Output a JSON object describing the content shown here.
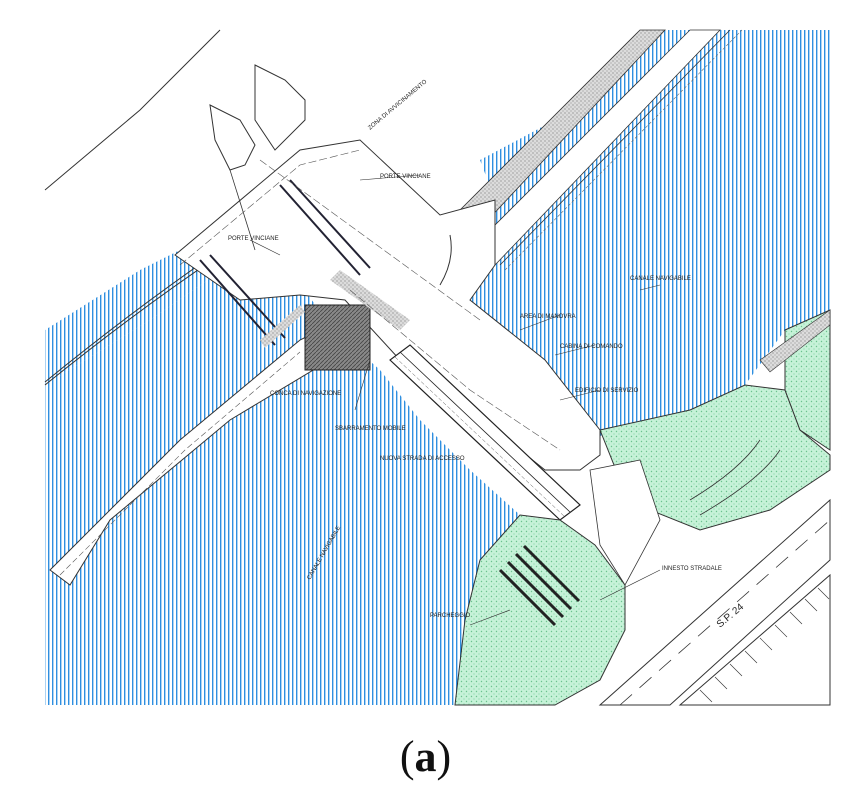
{
  "figure": {
    "caption_letter": "a",
    "caption_open": "(",
    "caption_close": ")"
  },
  "labels": {
    "road": "S.P. 24",
    "water_tl": "ZONA DI AVVICINAMENTO",
    "water_right": "CANALE NAVIGABILE",
    "water_bottom": "CANALE NAVIGABILE",
    "gate_upper": "PORTE VINCIANE",
    "gate_left": "PORTE VINCIANE",
    "chamber": "CONCA DI NAVIGAZIONE",
    "station": "CABINA DI COMANDO",
    "island_right": "AREA DI MANOVRA",
    "bld": "EDIFICIO DI SERVIZIO",
    "junction": "INNESTO STRADALE",
    "barrier": "SBARRAMENTO MOBILE",
    "new_road": "NUOVA STRADA DI ACCESSO",
    "park": "PARCHEGGIO"
  },
  "colors": {
    "water": "#2f8fe0",
    "land_green": "#b9efcf",
    "ink": "#222222"
  }
}
